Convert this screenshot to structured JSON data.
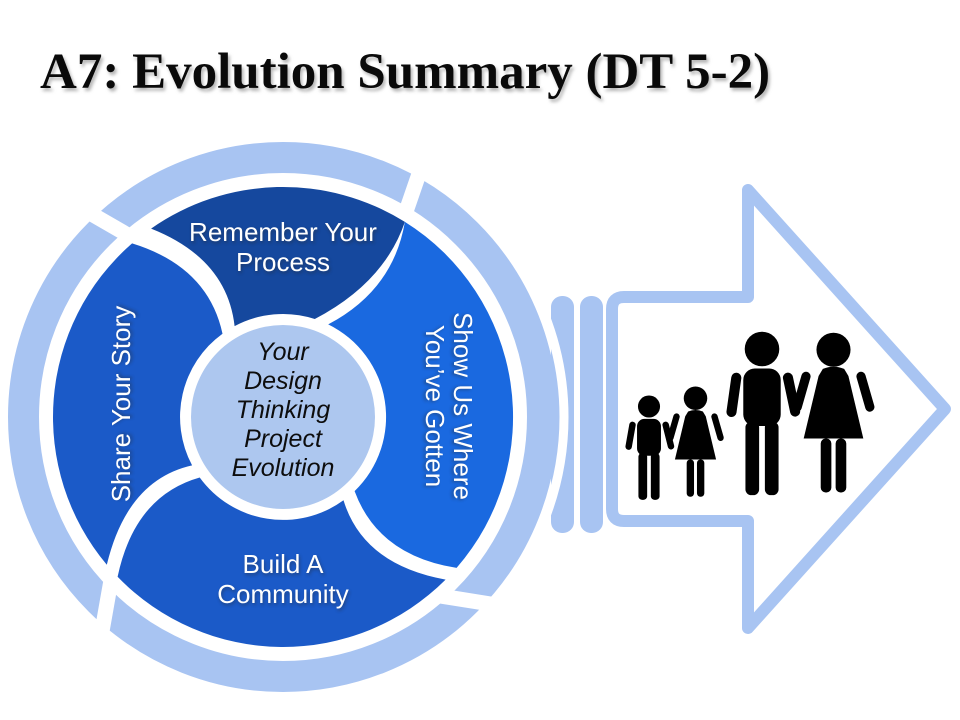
{
  "title": "A7: Evolution Summary (DT 5-2)",
  "cycle": {
    "center": {
      "label": "Your Design Thinking Project Evolution",
      "line1": "Your",
      "line2": "Design",
      "line3": "Thinking",
      "line4": "Project",
      "line5": "Evolution",
      "fill": "#adc7ef"
    },
    "segments": {
      "top": {
        "label": "Remember Your Process",
        "line1": "Remember Your",
        "line2": "Process",
        "color": "#15489e"
      },
      "right": {
        "label": "Show Us Where You’ve Gotten",
        "line1": "Show Us Where",
        "line2": "You’ve Gotten",
        "color": "#1a69e0"
      },
      "bottom": {
        "label": "Build A Community",
        "line1": "Build A",
        "line2": "Community",
        "color": "#1b5ac8"
      },
      "left": {
        "label": "Share Your Story",
        "line1": "Share Your Story",
        "color": "#1b5ac8"
      }
    },
    "ring_color": "#a8c4f2"
  },
  "arrow": {
    "outline_color": "#a8c4f2",
    "fill": "#ffffff",
    "figures": [
      "boy",
      "girl",
      "man",
      "woman"
    ],
    "figure_color": "#000000"
  }
}
